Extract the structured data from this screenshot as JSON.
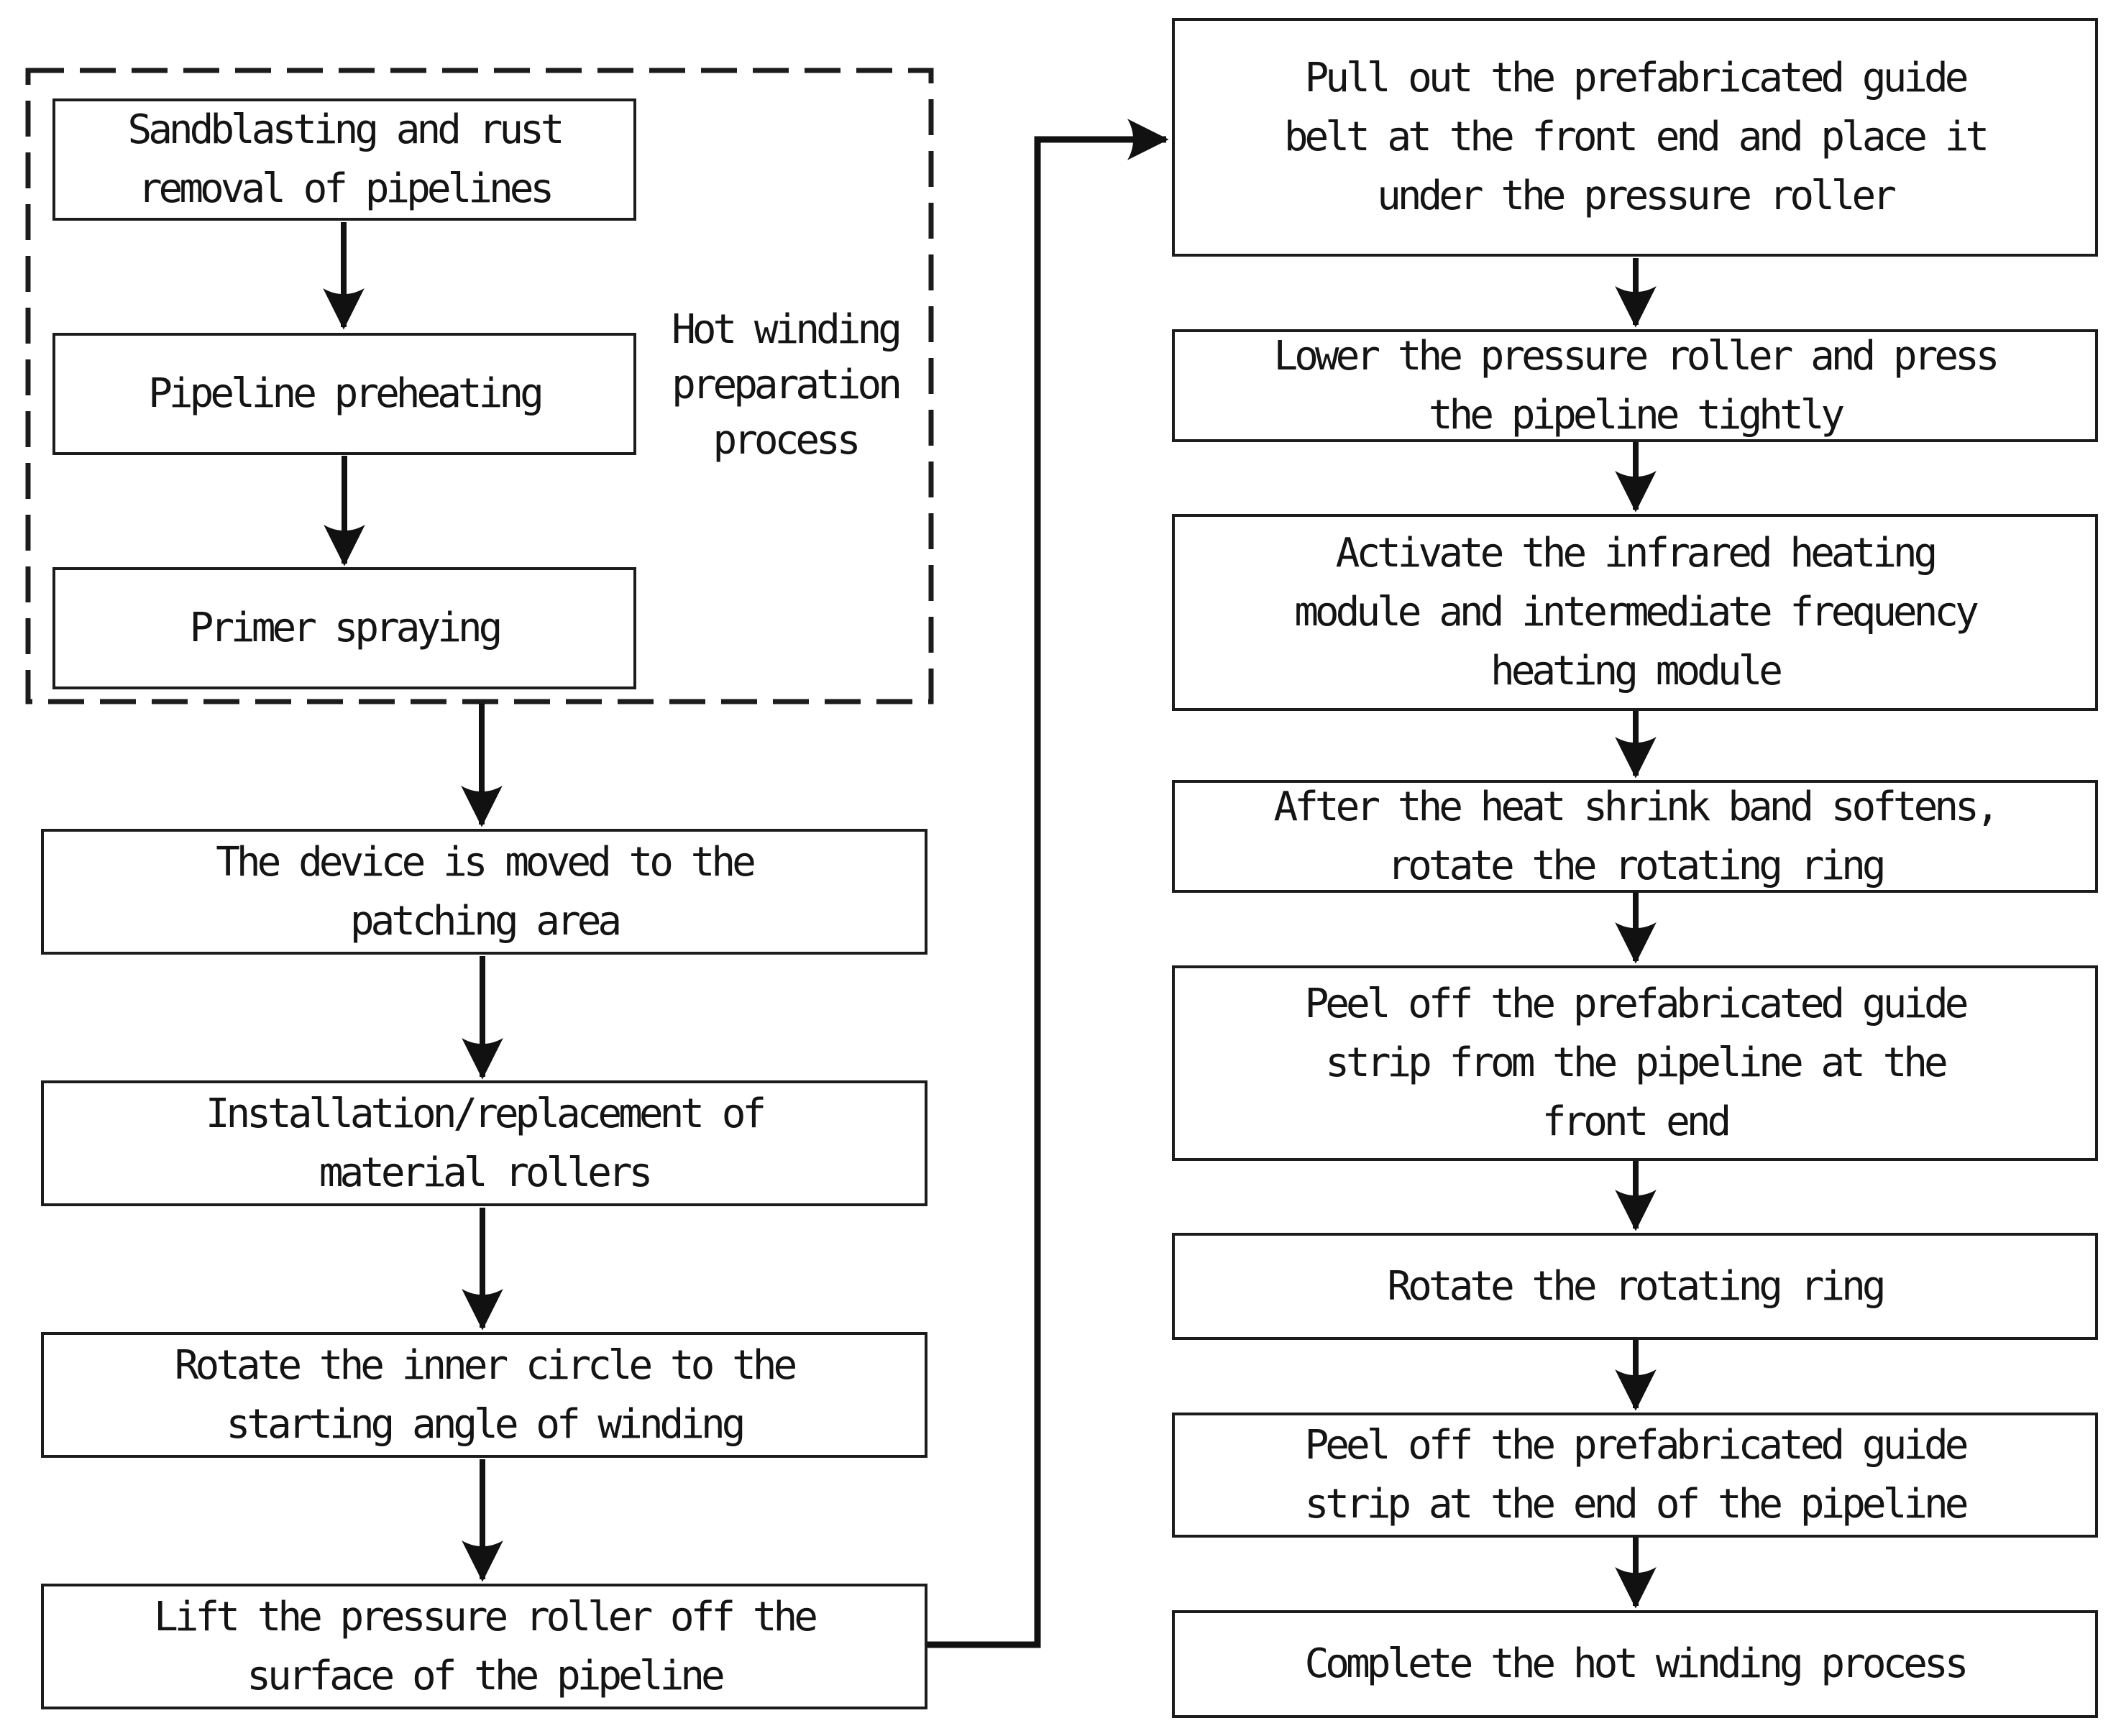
{
  "flowchart": {
    "group": {
      "label": "Hot winding\npreparation\nprocess",
      "steps": [
        "Sandblasting and rust\nremoval of pipelines",
        "Pipeline preheating",
        "Primer spraying"
      ]
    },
    "left_steps": [
      "The device is moved to the\npatching area",
      "Installation/replacement of\nmaterial rollers",
      "Rotate the inner circle to the\nstarting angle of winding",
      "Lift the pressure roller off the\nsurface of the pipeline"
    ],
    "right_steps": [
      "Pull out the prefabricated guide\nbelt at the front end and place it\nunder the pressure roller",
      "Lower the pressure roller and press\nthe pipeline tightly",
      "Activate the infrared heating\nmodule and intermediate frequency\nheating module",
      "After the heat shrink band softens,\nrotate the rotating ring",
      "Peel off the prefabricated guide\nstrip from the pipeline at the\nfront end",
      "Rotate the rotating ring",
      "Peel off the prefabricated guide\nstrip at the end of the pipeline",
      "Complete the hot winding process"
    ],
    "colors": {
      "stroke": "#1c1c1c",
      "text": "#141414",
      "background": "#ffffff"
    }
  }
}
